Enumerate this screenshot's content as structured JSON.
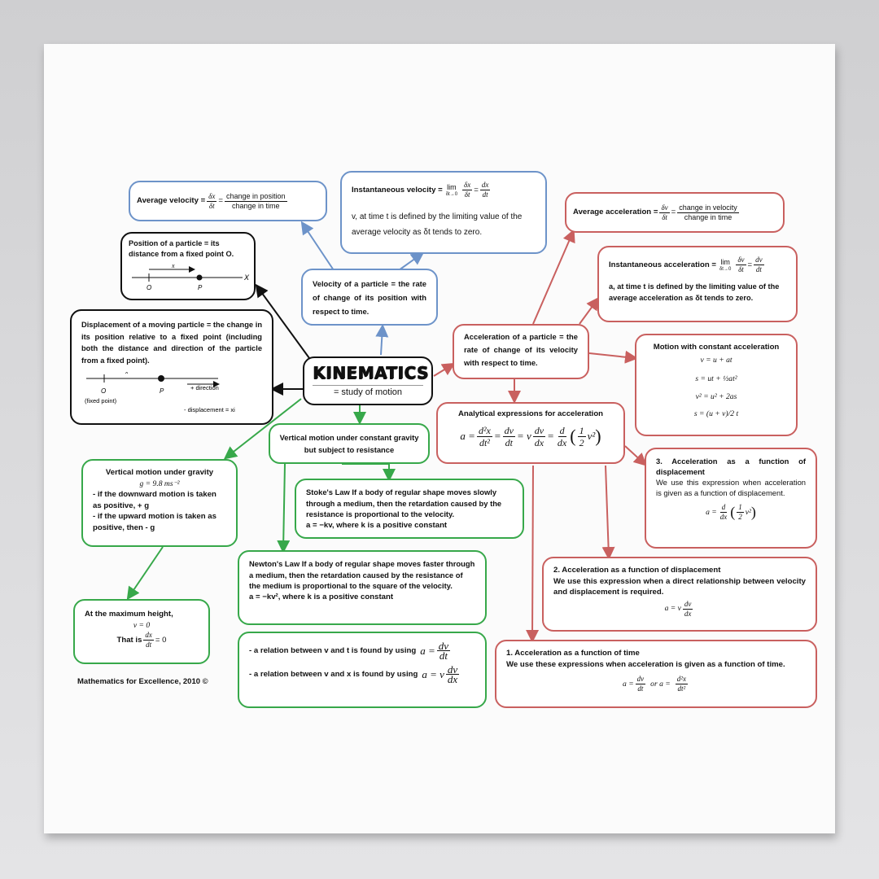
{
  "central": {
    "title": "KINEMATICS",
    "subtitle": "= study of motion"
  },
  "avg_velocity": {
    "label": "Average velocity =",
    "num": "δx",
    "den": "δt",
    "eq": "=",
    "num2": "change in position",
    "den2": "change in time"
  },
  "inst_velocity": {
    "label": "Instantaneous velocity =",
    "lim": "lim",
    "lim_sub": "δt→0",
    "num": "δx",
    "den": "δt",
    "num2": "dx",
    "den2": "dt",
    "text": "v, at time t is defined by the limiting value of the average velocity as δt tends to zero."
  },
  "position": {
    "text": "Position of a particle = its distance from a fixed point O.",
    "x_label": "x",
    "o_label": "O",
    "p_label": "P",
    "axis_label": "X"
  },
  "velocity": {
    "text": "Velocity of a particle = the rate of change of its position with respect to time."
  },
  "displacement": {
    "text_bold": "Displacement",
    "text": "of a moving particle = the change in its position relative to a fixed point (including both the distance and direction of the particle from a fixed point).",
    "x_label": "x",
    "o_label": "O",
    "p_label": "P",
    "dir_label": "+ direction",
    "fixed_label": "(fixed point)",
    "disp_label": "- displacement = xi"
  },
  "avg_accel": {
    "label": "Average acceleration =",
    "num": "δv",
    "den": "δt",
    "num2": "change in velocity",
    "den2": "change in time"
  },
  "inst_accel": {
    "label": "Instantaneous acceleration =",
    "lim": "lim",
    "lim_sub": "δt→0",
    "num": "δv",
    "den": "δt",
    "num2": "dv",
    "den2": "dt",
    "text": "a, at time t is defined by the limiting value of the average acceleration as δt tends to zero."
  },
  "acceleration": {
    "text": "Acceleration of a particle = the rate of change of its velocity with respect to time."
  },
  "const_accel": {
    "title": "Motion with constant acceleration",
    "eq1": "v = u + at",
    "eq2": "s = ut + ½at²",
    "eq3": "v² = u² + 2as",
    "eq4": "s = (u + v)/2 t"
  },
  "analytical": {
    "title": "Analytical expressions for acceleration",
    "a": "a =",
    "t1n": "d²x",
    "t1d": "dt²",
    "t2n": "dv",
    "t2d": "dt",
    "t3": "= v",
    "t3n": "dv",
    "t3d": "dx",
    "t4n": "d",
    "t4d": "dx",
    "t5n": "1",
    "t5d": "2",
    "t5": "v²"
  },
  "accel_fn_disp3": {
    "title": "3. Acceleration as a function of displacement",
    "text": "We use this expression when acceleration is given as a function of displacement.",
    "a": "a =",
    "dn": "d",
    "dd": "dx",
    "hn": "1",
    "hd": "2",
    "v2": "v²"
  },
  "accel_fn_disp2": {
    "title": "2. Acceleration as a function of displacement",
    "text": "We use this expression when a direct relationship between velocity and displacement is required.",
    "a": "a = v",
    "n": "dv",
    "d": "dx"
  },
  "accel_fn_time": {
    "title": "1. Acceleration as a function of time",
    "text": "We use these expressions when acceleration is given as a function of time.",
    "a": "a =",
    "n1": "dv",
    "d1": "dt",
    "or": "or a =",
    "n2": "d²x",
    "d2": "dt²"
  },
  "vert_resist": {
    "text": "Vertical motion under constant gravity but subject to resistance"
  },
  "vert_gravity": {
    "title": "Vertical motion under gravity",
    "g": "g = 9.8 ms⁻²",
    "line1": "- if the downward motion is taken as positive, + g",
    "line2": "- if the upward motion is taken as positive, then - g"
  },
  "stokes": {
    "bold": "Stoke's Law",
    "text": "If a body of regular shape moves slowly through a medium, then the retardation caused by the resistance is proportional to the velocity.",
    "eq": "a = −kv, where k is a positive constant"
  },
  "newton": {
    "bold": "Newton's Law",
    "text": "If a body of regular shape moves faster through a medium, then the retardation caused by the resistance of the medium is proportional to the square of the velocity.",
    "eq": "a = −kv², where k is a positive constant"
  },
  "max_height": {
    "title": "At the maximum height,",
    "v": "v = 0",
    "that": "That is",
    "n": "dx",
    "d": "dt",
    "eq": "= 0"
  },
  "relations": {
    "line1": "- a relation between v and t is found by using",
    "l1a": "a =",
    "l1n": "dv",
    "l1d": "dt",
    "line2": "- a relation between v and x is found by using",
    "l2a": "a = v",
    "l2n": "dv",
    "l2d": "dx"
  },
  "credit": "Mathematics for Excellence, 2010 ©",
  "colors": {
    "blue": "#6d93c9",
    "red": "#c9605f",
    "green": "#37a84a",
    "black": "#111111"
  }
}
